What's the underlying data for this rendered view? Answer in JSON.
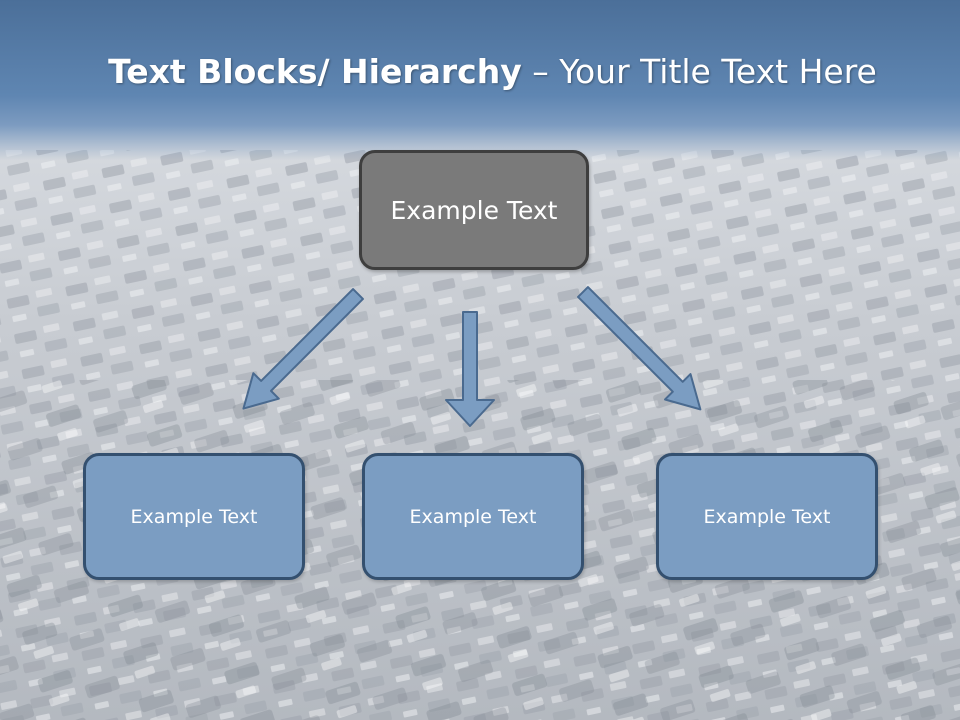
{
  "title": {
    "bold_part": "Text Blocks/ Hierarchy",
    "separator": " – ",
    "regular_part": "Your Title Text Here"
  },
  "diagram": {
    "root": {
      "label": "Example Text"
    },
    "children": [
      {
        "label": "Example Text"
      },
      {
        "label": "Example Text"
      },
      {
        "label": "Example Text"
      }
    ]
  },
  "colors": {
    "header": "#5f86b2",
    "root_fill": "#7a7a7a",
    "root_border": "#3e3e3e",
    "child_fill": "#7b9dc2",
    "child_border": "#34506f",
    "arrow_fill": "#7b9dc2",
    "arrow_border": "#4a6a8f"
  }
}
